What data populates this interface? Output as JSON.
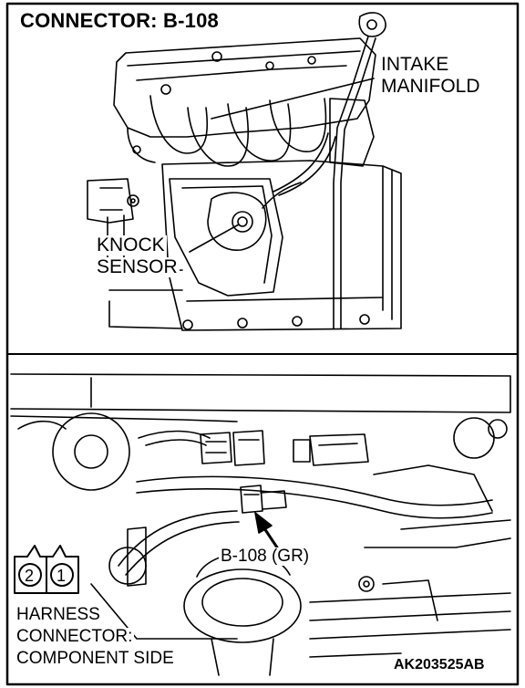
{
  "header": {
    "title": "CONNECTOR: B-108"
  },
  "callouts": {
    "intake_line1": "INTAKE",
    "intake_line2": "MANIFOLD",
    "knock_line1": "KNOCK",
    "knock_line2": "SENSOR",
    "connector_tag": "B-108 (GR)"
  },
  "harness": {
    "pin_left": "2",
    "pin_right": "1",
    "caption_line1": "HARNESS",
    "caption_line2": "CONNECTOR:",
    "caption_line3": "COMPONENT SIDE"
  },
  "footer": {
    "figure_code": "AK203525AB"
  }
}
